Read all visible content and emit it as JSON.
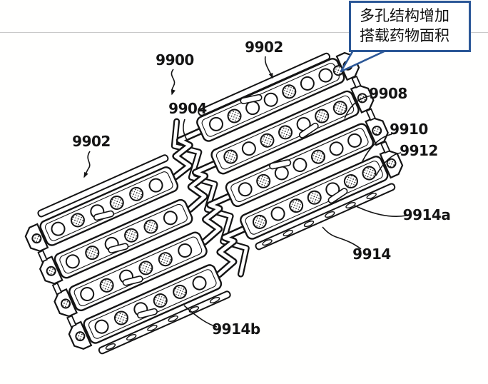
{
  "callout": {
    "line1": "多孔结构增加",
    "line2": "搭载药物面积"
  },
  "figure": {
    "labels": [
      {
        "id": "9900",
        "text": "9900"
      },
      {
        "id": "9902-top",
        "text": "9902"
      },
      {
        "id": "9904",
        "text": "9904"
      },
      {
        "id": "9902-left",
        "text": "9902"
      },
      {
        "id": "9908",
        "text": "9908"
      },
      {
        "id": "9910",
        "text": "9910"
      },
      {
        "id": "9912",
        "text": "9912"
      },
      {
        "id": "9914a",
        "text": "9914a"
      },
      {
        "id": "9914",
        "text": "9914"
      },
      {
        "id": "9914b",
        "text": "9914b"
      }
    ]
  },
  "colors": {
    "line_black": "#141414",
    "rule_gray": "#c9c9c9",
    "callout_blue": "#2b5797"
  }
}
